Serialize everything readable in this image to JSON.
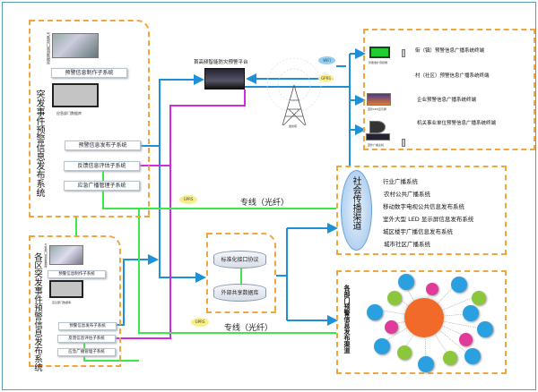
{
  "colors": {
    "frame": "#5aa0b0",
    "dashed_box": "#f2a53a",
    "blue_line": "#1e90d8",
    "magenta_line": "#d12be0",
    "green_line": "#3be84a",
    "hub": "#f26a2a"
  },
  "box1": {
    "title": "突发事件预警信息发布系统",
    "image1_caption": "气象部门观测数据库",
    "image2_caption": "应急部门数据库",
    "subsystems": [
      "预警信息制作子系统",
      "预警信息发布子系统",
      "反馈信息评估子系统",
      "应急广播管理子系统"
    ]
  },
  "box2": {
    "title": "各区突发事件预警信息发布系统",
    "image1_caption": "气象部门观测数据库",
    "image2_caption": "应急部门数据库",
    "subsystems": [
      "预警信息制作子系统",
      "预警信息发布子系统",
      "反馈信息评估子系统",
      "应急广播管理子系统"
    ]
  },
  "platform": {
    "label": "首高频智能防灾预警平台"
  },
  "tower": {
    "caption": "发射塔"
  },
  "clouds": {
    "wifi": "WIFI",
    "gprs": "GPRS"
  },
  "terminals": {
    "items": [
      "街（镇）预警信息广播系统终端",
      "村（社区）预警信息广播系统终端",
      "企业预警信息广播系统终端",
      "机关事业单位预警信息广播系统终端"
    ],
    "captions": [
      "智能收扩音终端",
      "室外LED显示屏",
      "室外广播主机"
    ]
  },
  "social": {
    "title": "社会传播渠道",
    "items": [
      "行业广播系统",
      "农村公共广播系统",
      "移动数字电视公共信息发布系统",
      "室外大型 LED 显示屏信息发布系统",
      "城区楼宇广播信息发布系统",
      "城市社区广播系统"
    ]
  },
  "middle": {
    "items": [
      "标准化接口协议",
      "外部共享数据库"
    ]
  },
  "lines": {
    "dedicated1": "专线（光纤）",
    "dedicated2": "专线（光纤）"
  },
  "departments": {
    "title": "各部门预警信息发布渠道"
  }
}
